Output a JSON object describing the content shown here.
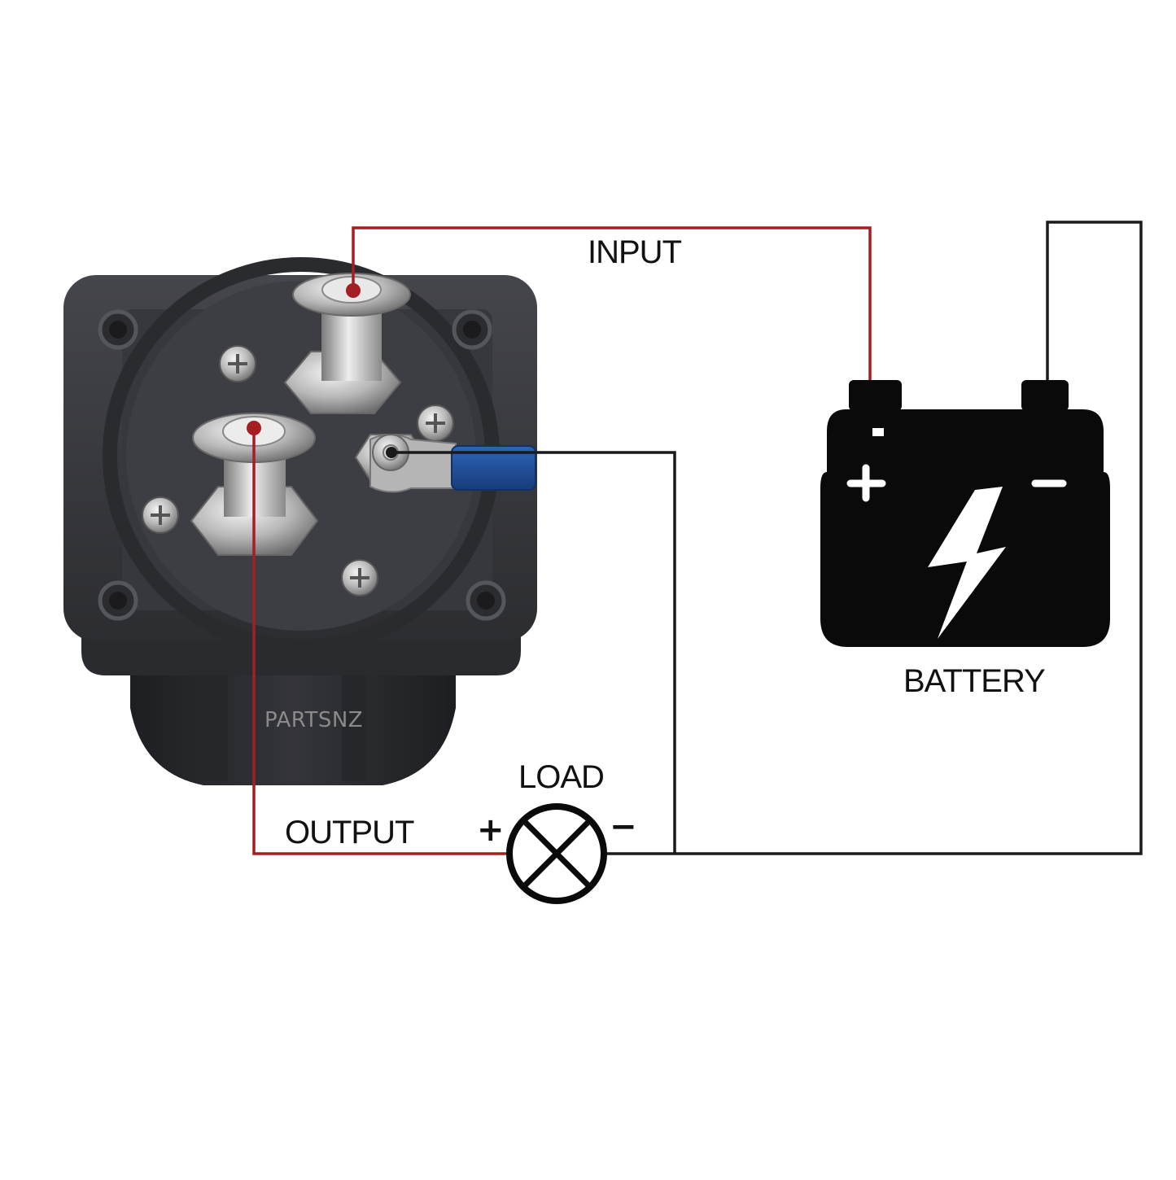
{
  "labels": {
    "input": "INPUT",
    "output": "OUTPUT",
    "load": "LOAD",
    "battery": "BATTERY",
    "load_plus": "+",
    "load_minus": "−"
  },
  "watermark": "PARTSNZ",
  "colors": {
    "positive_wire": "#a51e22",
    "negative_wire": "#1a1a1a",
    "switch_body": "#3b3c40",
    "battery": "#0a0a0a",
    "ring_terminal": "#1f4f99"
  },
  "icons": [
    "battery-switch",
    "battery-icon",
    "lamp-icon",
    "lightning-bolt-icon"
  ]
}
